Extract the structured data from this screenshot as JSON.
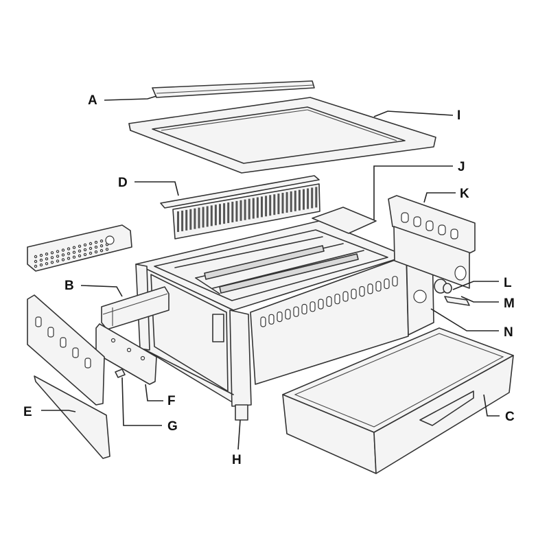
{
  "labels": {
    "A": "A",
    "B": "B",
    "C": "C",
    "D": "D",
    "E": "E",
    "F": "F",
    "G": "G",
    "H": "H",
    "I": "I",
    "J": "J",
    "K": "K",
    "L": "L",
    "M": "M",
    "N": "N"
  }
}
